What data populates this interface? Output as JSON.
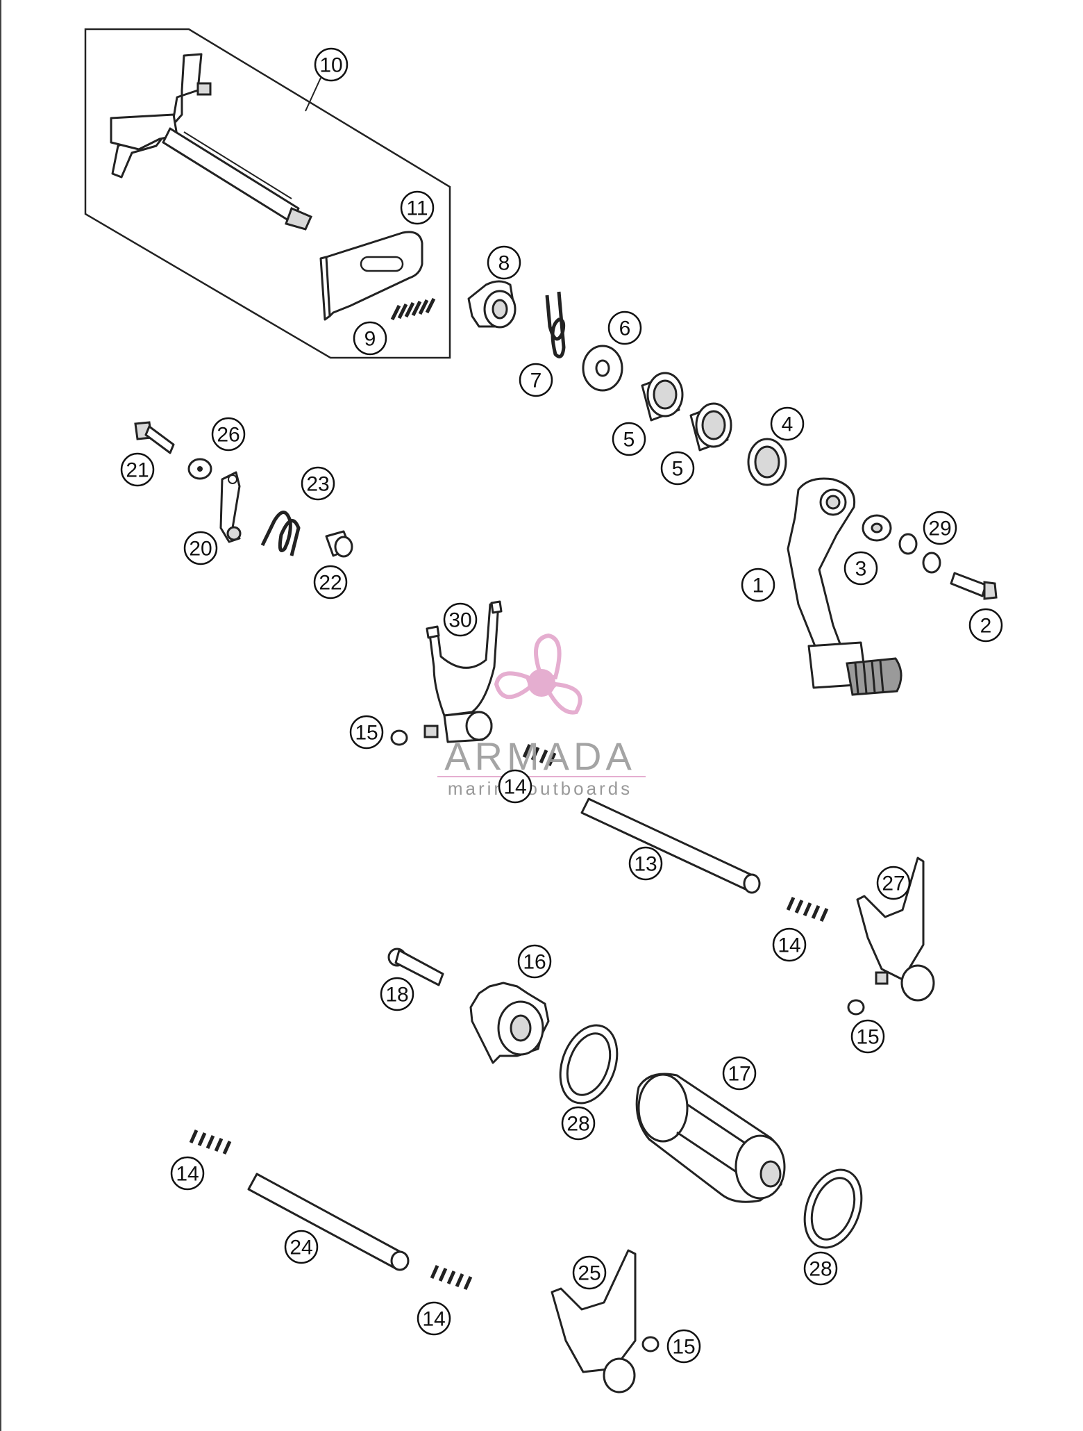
{
  "callouts": [
    {
      "id": "c1",
      "num": "1"
    },
    {
      "id": "c2",
      "num": "2"
    },
    {
      "id": "c3",
      "num": "3"
    },
    {
      "id": "c4",
      "num": "4"
    },
    {
      "id": "c5a",
      "num": "5"
    },
    {
      "id": "c5b",
      "num": "5"
    },
    {
      "id": "c6",
      "num": "6"
    },
    {
      "id": "c7",
      "num": "7"
    },
    {
      "id": "c8",
      "num": "8"
    },
    {
      "id": "c9",
      "num": "9"
    },
    {
      "id": "c10",
      "num": "10"
    },
    {
      "id": "c11",
      "num": "11"
    },
    {
      "id": "c13",
      "num": "13"
    },
    {
      "id": "c14a",
      "num": "14"
    },
    {
      "id": "c14b",
      "num": "14"
    },
    {
      "id": "c14c",
      "num": "14"
    },
    {
      "id": "c14d",
      "num": "14"
    },
    {
      "id": "c15a",
      "num": "15"
    },
    {
      "id": "c15b",
      "num": "15"
    },
    {
      "id": "c15c",
      "num": "15"
    },
    {
      "id": "c16",
      "num": "16"
    },
    {
      "id": "c17",
      "num": "17"
    },
    {
      "id": "c18",
      "num": "18"
    },
    {
      "id": "c20",
      "num": "20"
    },
    {
      "id": "c21",
      "num": "21"
    },
    {
      "id": "c22",
      "num": "22"
    },
    {
      "id": "c23",
      "num": "23"
    },
    {
      "id": "c24",
      "num": "24"
    },
    {
      "id": "c25",
      "num": "25"
    },
    {
      "id": "c26",
      "num": "26"
    },
    {
      "id": "c27",
      "num": "27"
    },
    {
      "id": "c28a",
      "num": "28"
    },
    {
      "id": "c28b",
      "num": "28"
    },
    {
      "id": "c29",
      "num": "29"
    },
    {
      "id": "c30",
      "num": "30"
    }
  ],
  "watermark": {
    "brand": "ARMADA",
    "tagline": "marine outboards",
    "color": "#e3a6cc"
  }
}
